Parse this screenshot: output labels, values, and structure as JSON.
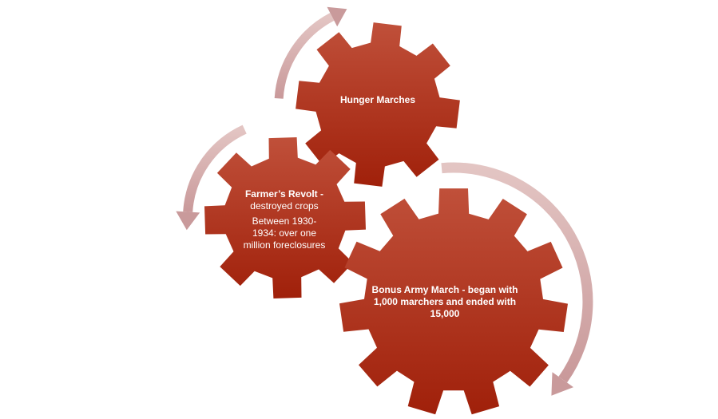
{
  "diagram": {
    "gears": [
      {
        "id": "hunger",
        "title": "Hunger Marches"
      },
      {
        "id": "farmer",
        "title": "Farmer’s Revolt -",
        "subtitle": "destroyed crops",
        "detail_lines": [
          "Between 1930-",
          "1934:  over one",
          "million foreclosures"
        ]
      },
      {
        "id": "bonus",
        "title_lines": [
          "Bonus Army March - began with",
          "1,000 marchers and ended with",
          "15,000"
        ]
      }
    ],
    "colors": {
      "gear_top": "#c0503a",
      "gear_bottom": "#a0200a",
      "arrow": "#d7b1af"
    }
  }
}
